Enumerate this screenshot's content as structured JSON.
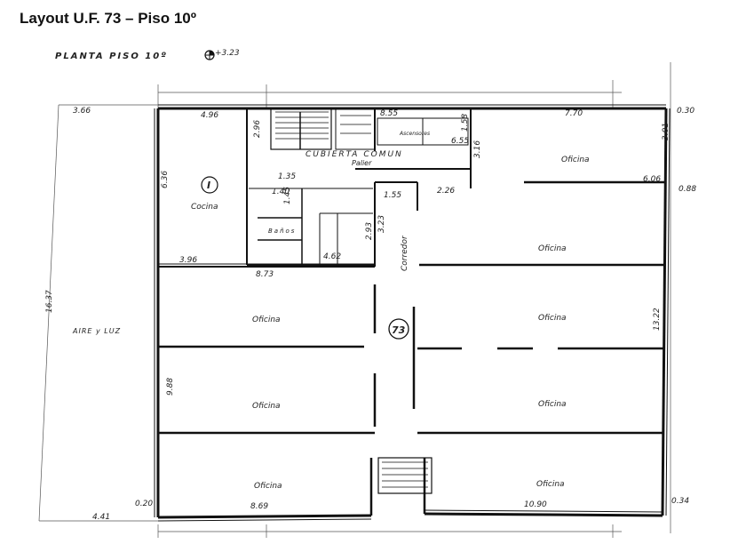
{
  "header": {
    "title": "Layout U.F. 73 – Piso 10º"
  },
  "plan": {
    "heading": "PLANTA PISO 10º",
    "level": "+3.23",
    "unit_number": "73",
    "rooms": {
      "cocina_marker": "I",
      "cocina": "Cocina",
      "cubierta": "CUBIERTA COMUN",
      "palier": "Palier",
      "ascensores": "Ascensores",
      "banos": "Baños",
      "corredor": "Corredor",
      "aire_luz": "AIRE y LUZ",
      "oficina": "Oficina"
    },
    "dimensions": {
      "d_4_96": "4.96",
      "d_8_55": "8.55",
      "d_7_70": "7.70",
      "d_3_01": "3.01",
      "d_6_06": "6.06",
      "d_6_36": "6.36",
      "d_3_96": "3.96",
      "d_8_73": "8.73",
      "d_4_62": "4.62",
      "d_2_26": "2.26",
      "d_1_35": "1.35",
      "d_1_40": "1.40",
      "d_1_45": "1.45",
      "d_1_55": "1.55",
      "d_2_93": "2.93",
      "d_3_23": "3.23",
      "d_13_22": "13.22",
      "d_9_88": "9.88",
      "d_8_69": "8.69",
      "d_10_90": "10.90",
      "d_16_37": "16.37",
      "d_6_55": "6.55",
      "d_1_58": "1.58",
      "d_3_16": "3.16",
      "d_3_66": "3.66",
      "d_4_41": "4.41",
      "d_0_30": "0.30",
      "d_0_20": "0.20",
      "d_0_88": "0.88",
      "d_0_34": "0.34",
      "d_2_96": "2.96"
    }
  }
}
